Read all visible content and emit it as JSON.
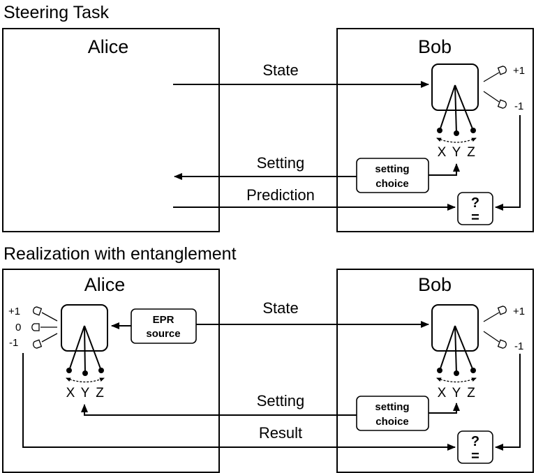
{
  "steering": {
    "title": "Steering Task",
    "alice_label": "Alice",
    "bob_label": "Bob",
    "state_label": "State",
    "setting_label": "Setting",
    "prediction_label": "Prediction",
    "setting_choice_line1": "setting",
    "setting_choice_line2": "choice",
    "check_mark_top": "?",
    "check_mark_bottom": "=",
    "bob_outcome_plus": "+1",
    "bob_outcome_minus": "-1",
    "axis_x": "X",
    "axis_y": "Y",
    "axis_z": "Z"
  },
  "realization": {
    "title": "Realization with entanglement",
    "alice_label": "Alice",
    "bob_label": "Bob",
    "state_label": "State",
    "setting_label": "Setting",
    "result_label": "Result",
    "epr_line1": "EPR",
    "epr_line2": "source",
    "setting_choice_line1": "setting",
    "setting_choice_line2": "choice",
    "check_mark_top": "?",
    "check_mark_bottom": "=",
    "alice_outcome_plus": "+1",
    "alice_outcome_zero": "0",
    "alice_outcome_minus": "-1",
    "bob_outcome_plus": "+1",
    "bob_outcome_minus": "-1",
    "alice_axis_x": "X",
    "alice_axis_y": "Y",
    "alice_axis_z": "Z",
    "bob_axis_x": "X",
    "bob_axis_y": "Y",
    "bob_axis_z": "Z"
  }
}
